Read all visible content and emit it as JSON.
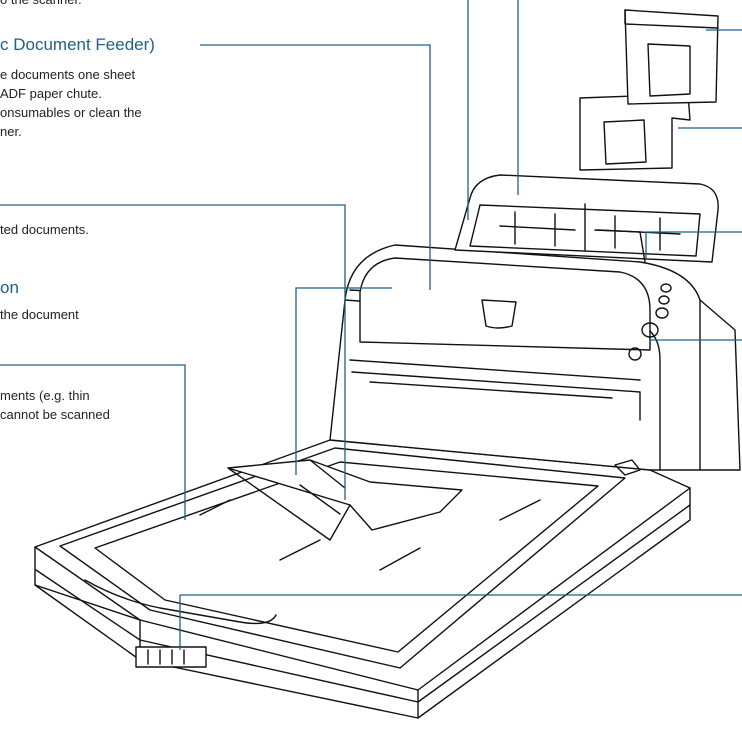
{
  "labels": {
    "top_fragment": "o the scanner.",
    "adf": {
      "heading": "c Document Feeder)",
      "lines": [
        "e documents one sheet",
        "ADF paper chute.",
        "onsumables or clean the",
        "ner."
      ]
    },
    "stacker": {
      "lines": [
        "ted documents."
      ]
    },
    "extension": {
      "heading": "on",
      "lines": [
        "the document"
      ]
    },
    "flatbed": {
      "lines": [
        "ments (e.g. thin",
        "cannot be scanned"
      ]
    }
  },
  "colors": {
    "leader_line": "#1f5f8b",
    "heading": "#1f5f8b",
    "body_text": "#222222",
    "drawing_stroke": "#111111"
  }
}
